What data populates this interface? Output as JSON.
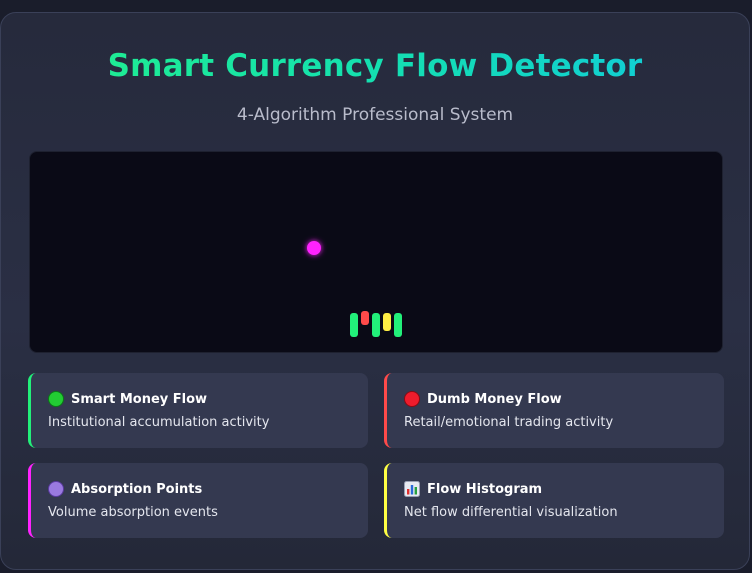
{
  "header": {
    "title": "Smart Currency Flow Detector",
    "subtitle": "4-Algorithm Professional System"
  },
  "legend": {
    "smart": {
      "title": "Smart Money Flow",
      "description": "Institutional accumulation activity",
      "icon": "green-circle-icon",
      "color": "#22dd44"
    },
    "dumb": {
      "title": "Dumb Money Flow",
      "description": "Retail/emotional trading activity",
      "icon": "red-circle-icon",
      "color": "#ff2a3a"
    },
    "absorption": {
      "title": "Absorption Points",
      "description": "Volume absorption events",
      "icon": "purple-circle-icon",
      "color": "#9a7ae0"
    },
    "histogram": {
      "title": "Flow Histogram",
      "description": "Net flow differential visualization",
      "icon": "bar-chart-icon",
      "color": "#ffff44"
    }
  },
  "colors": {
    "smart_line": "#22f07a",
    "dumb_line": "#ff4a4a",
    "absorption_dot": "#ff22ff",
    "histogram_bars": [
      "#22f07a",
      "#ff4a4a",
      "#22f07a",
      "#ffee44",
      "#22f07a"
    ],
    "accent_smart": "#22f07a",
    "accent_dumb": "#ff4a4a",
    "accent_absorption": "#ff22ff",
    "accent_histogram": "#ffff44"
  }
}
